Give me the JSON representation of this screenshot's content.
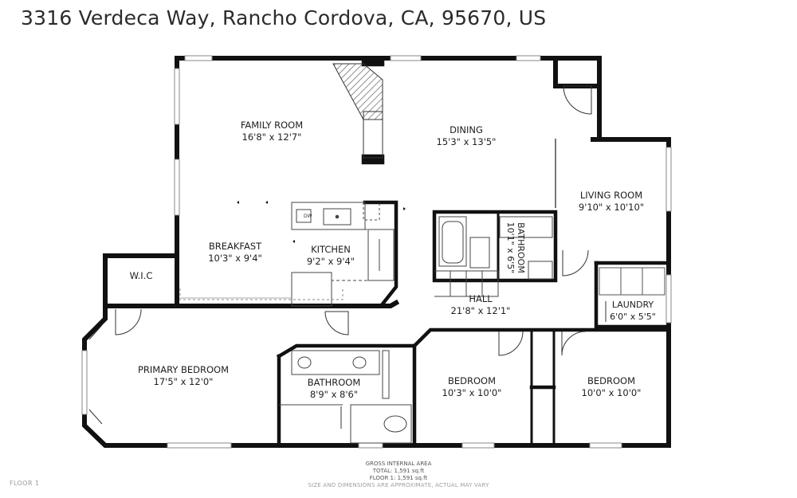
{
  "header": {
    "address": "3316 Verdeca Way, Rancho Cordova, CA, 95670, US"
  },
  "rooms": {
    "family_room": {
      "name": "FAMILY ROOM",
      "dims": "16'8\" x 12'7\""
    },
    "dining": {
      "name": "DINING",
      "dims": "15'3\" x 13'5\""
    },
    "living_room": {
      "name": "LIVING ROOM",
      "dims": "9'10\" x 10'10\""
    },
    "breakfast": {
      "name": "BREAKFAST",
      "dims": "10'3\" x 9'4\""
    },
    "kitchen": {
      "name": "KITCHEN",
      "dims": "9'2\" x 9'4\""
    },
    "hall_bathroom": {
      "name": "BATHROOM",
      "dims": "10'1\" x 6'5\""
    },
    "hall": {
      "name": "HALL",
      "dims": "21'8\" x 12'1\""
    },
    "laundry": {
      "name": "LAUNDRY",
      "dims": "6'0\" x 5'5\""
    },
    "wic": {
      "name": "W.I.C"
    },
    "primary_bedroom": {
      "name": "PRIMARY BEDROOM",
      "dims": "17'5\" x 12'0\""
    },
    "primary_bathroom": {
      "name": "BATHROOM",
      "dims": "8'9\" x 8'6\""
    },
    "bedroom_2": {
      "name": "BEDROOM",
      "dims": "10'3\" x 10'0\""
    },
    "bedroom_3": {
      "name": "BEDROOM",
      "dims": "10'0\" x 10'0\""
    }
  },
  "fixtures": {
    "dishwasher": "DW"
  },
  "footer": {
    "floor": "FLOOR 1",
    "area_title": "GROSS INTERNAL AREA",
    "total": "TOTAL: 1,591 sq.ft",
    "floor_area": "FLOOR 1: 1,591 sq.ft",
    "note": "SIZE AND DIMENSIONS ARE APPROXIMATE, ACTUAL MAY VARY"
  }
}
